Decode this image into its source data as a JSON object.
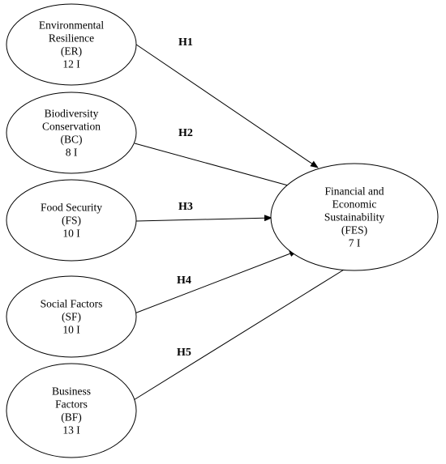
{
  "diagram": {
    "nodes": [
      {
        "id": "ER",
        "lines": [
          "Environmental",
          "Resilience",
          "(ER)",
          "12 I"
        ]
      },
      {
        "id": "BC",
        "lines": [
          "Biodiversity",
          "Conservation",
          "(BC)",
          "8 I"
        ]
      },
      {
        "id": "FS",
        "lines": [
          "Food Security",
          "(FS)",
          "10 I"
        ]
      },
      {
        "id": "SF",
        "lines": [
          "Social Factors",
          "(SF)",
          "10 I"
        ]
      },
      {
        "id": "BF",
        "lines": [
          "Business",
          "Factors",
          "(BF)",
          "13 I"
        ]
      },
      {
        "id": "FES",
        "lines": [
          "Financial and",
          "Economic",
          "Sustainability",
          "(FES)",
          "7 I"
        ]
      }
    ],
    "edges": [
      {
        "from": "ER",
        "to": "FES",
        "label": "H1"
      },
      {
        "from": "BC",
        "to": "FES",
        "label": "H2"
      },
      {
        "from": "FS",
        "to": "FES",
        "label": "H3"
      },
      {
        "from": "SF",
        "to": "FES",
        "label": "H4"
      },
      {
        "from": "BF",
        "to": "FES",
        "label": "H5"
      }
    ],
    "colors": {
      "stroke": "#000000",
      "fill": "#ffffff",
      "text": "#000000"
    }
  }
}
